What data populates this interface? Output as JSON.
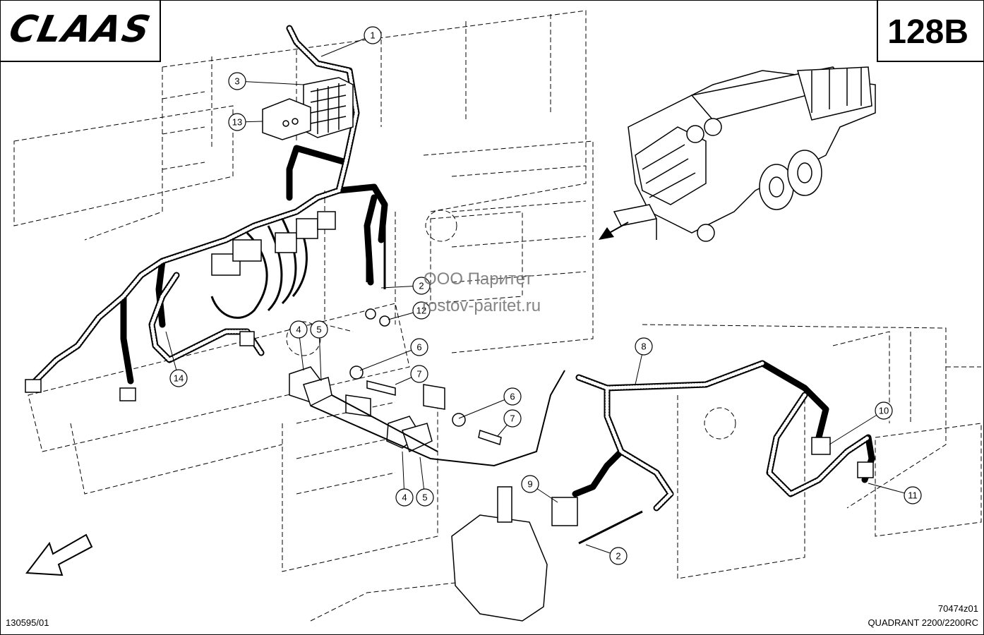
{
  "header": {
    "brand_logo": "CLAAS",
    "page_number": "128B"
  },
  "footer": {
    "document_number": "130595/01",
    "figure_code": "70474z01",
    "model": "QUADRANT 2200/2200RC"
  },
  "watermark": {
    "line1": "ООО Паритет",
    "line2": "rostov-paritet.ru"
  },
  "callouts": [
    "1",
    "3",
    "13",
    "2",
    "12",
    "4",
    "5",
    "6",
    "7",
    "14",
    "6",
    "7",
    "4",
    "5",
    "8",
    "9",
    "2",
    "10",
    "11"
  ],
  "icons": {
    "direction_arrow": "arrow-down-left-icon",
    "machine_overview": "baler-thumbnail-icon"
  }
}
